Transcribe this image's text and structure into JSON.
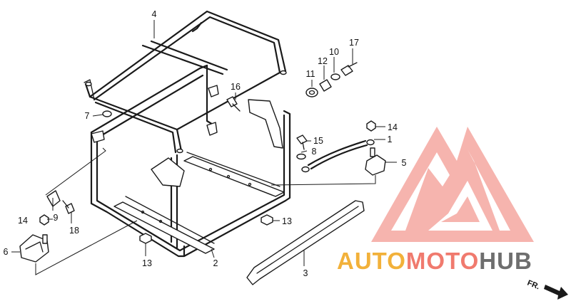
{
  "callouts": {
    "c1": "1",
    "c2": "2",
    "c3": "3",
    "c4": "4",
    "c5": "5",
    "c6": "6",
    "c7": "7",
    "c8": "8",
    "c9": "9",
    "c10": "10",
    "c11": "11",
    "c12": "12",
    "c13a": "13",
    "c13b": "13",
    "c14a": "14",
    "c14b": "14",
    "c15": "15",
    "c16": "16",
    "c17": "17",
    "c18": "18"
  },
  "direction_marker": "FR.",
  "watermark": {
    "part1": "AUTO",
    "part2": "MOTO",
    "part3": "HUB",
    "colors": {
      "auto": "#f2b13a",
      "moto": "#f07a6e",
      "hub": "#6e6e6e",
      "logo": "#f2857a"
    }
  }
}
